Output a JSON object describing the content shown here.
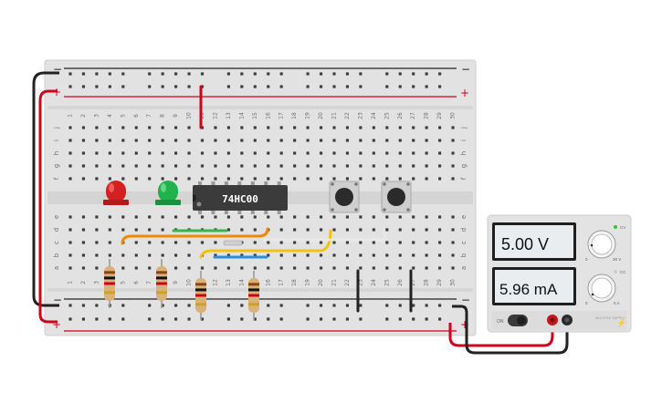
{
  "breadboard": {
    "columns": [
      "1",
      "2",
      "3",
      "4",
      "5",
      "6",
      "7",
      "8",
      "9",
      "10",
      "11",
      "12",
      "13",
      "14",
      "15",
      "16",
      "17",
      "18",
      "19",
      "20",
      "21",
      "22",
      "23",
      "24",
      "25",
      "26",
      "27",
      "28",
      "29",
      "30"
    ],
    "rows_top": [
      "j",
      "i",
      "h",
      "g",
      "f"
    ],
    "rows_bottom": [
      "e",
      "d",
      "c",
      "b",
      "a"
    ],
    "rail_minus": "−",
    "rail_plus": "+"
  },
  "chip": {
    "label": "74HC00"
  },
  "leds": [
    {
      "name": "red-led",
      "color": "#d32020"
    },
    {
      "name": "green-led",
      "color": "#22b24c"
    }
  ],
  "power_supply": {
    "voltage_display": "5.00 V",
    "current_display": "5.96 mA",
    "cv_label": "CV",
    "cc_label": "CC",
    "voltage_knob_min": "0",
    "voltage_knob_max": "30 V",
    "current_knob_min": "0",
    "current_knob_max": "5 A",
    "on_label": "ON",
    "brand": "MULTIPLE SUPPLY",
    "cv_indicator_color": "#31c24a"
  },
  "colors": {
    "wire_red": "#d0021b",
    "wire_black": "#222222",
    "wire_orange": "#f08a00",
    "wire_green": "#3bb54a",
    "wire_yellow": "#f4c20d",
    "wire_blue": "#2b8fd6",
    "wire_white": "#f4f4f4",
    "lcd_bg": "#e9edf0"
  }
}
